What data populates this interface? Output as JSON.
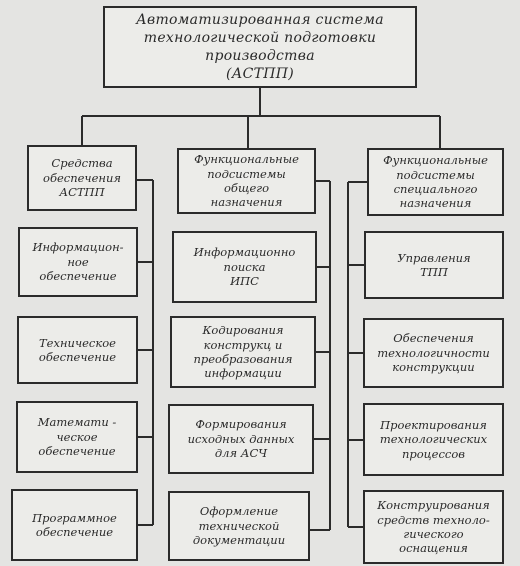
{
  "root": "Автоматизированная система\nтехнологической подготовки\nпроизводства\n(АСТПП)",
  "columns": [
    {
      "header": "Средства\nобеспечения\nАСТПП",
      "items": [
        "Информацион-\nное\nобеспечение",
        "Техническое\nобеспечение",
        "Математи -\nческое\nобеспечение",
        "Программное\nобеспечение"
      ]
    },
    {
      "header": "Функциональные\nподсистемы\nобщего\nназначения",
      "items": [
        "Информационно\nпоиска\nИПС",
        "Кодирования\nконструкц и\nпреобразования\nинформации",
        "Формирования\nисходных данных\nдля АСЧ",
        "Оформление\nтехнической\nдокументации"
      ]
    },
    {
      "header": "Функциональные\nподсистемы\nспециального\nназначения",
      "items": [
        "Управления\nТПП",
        "Обеспечения\nтехнологичности\nконструкции",
        "Проектирования\nтехнологических\nпроцессов",
        "Конструирования\nсредств техноло-\nгического\nоснащения"
      ]
    }
  ]
}
